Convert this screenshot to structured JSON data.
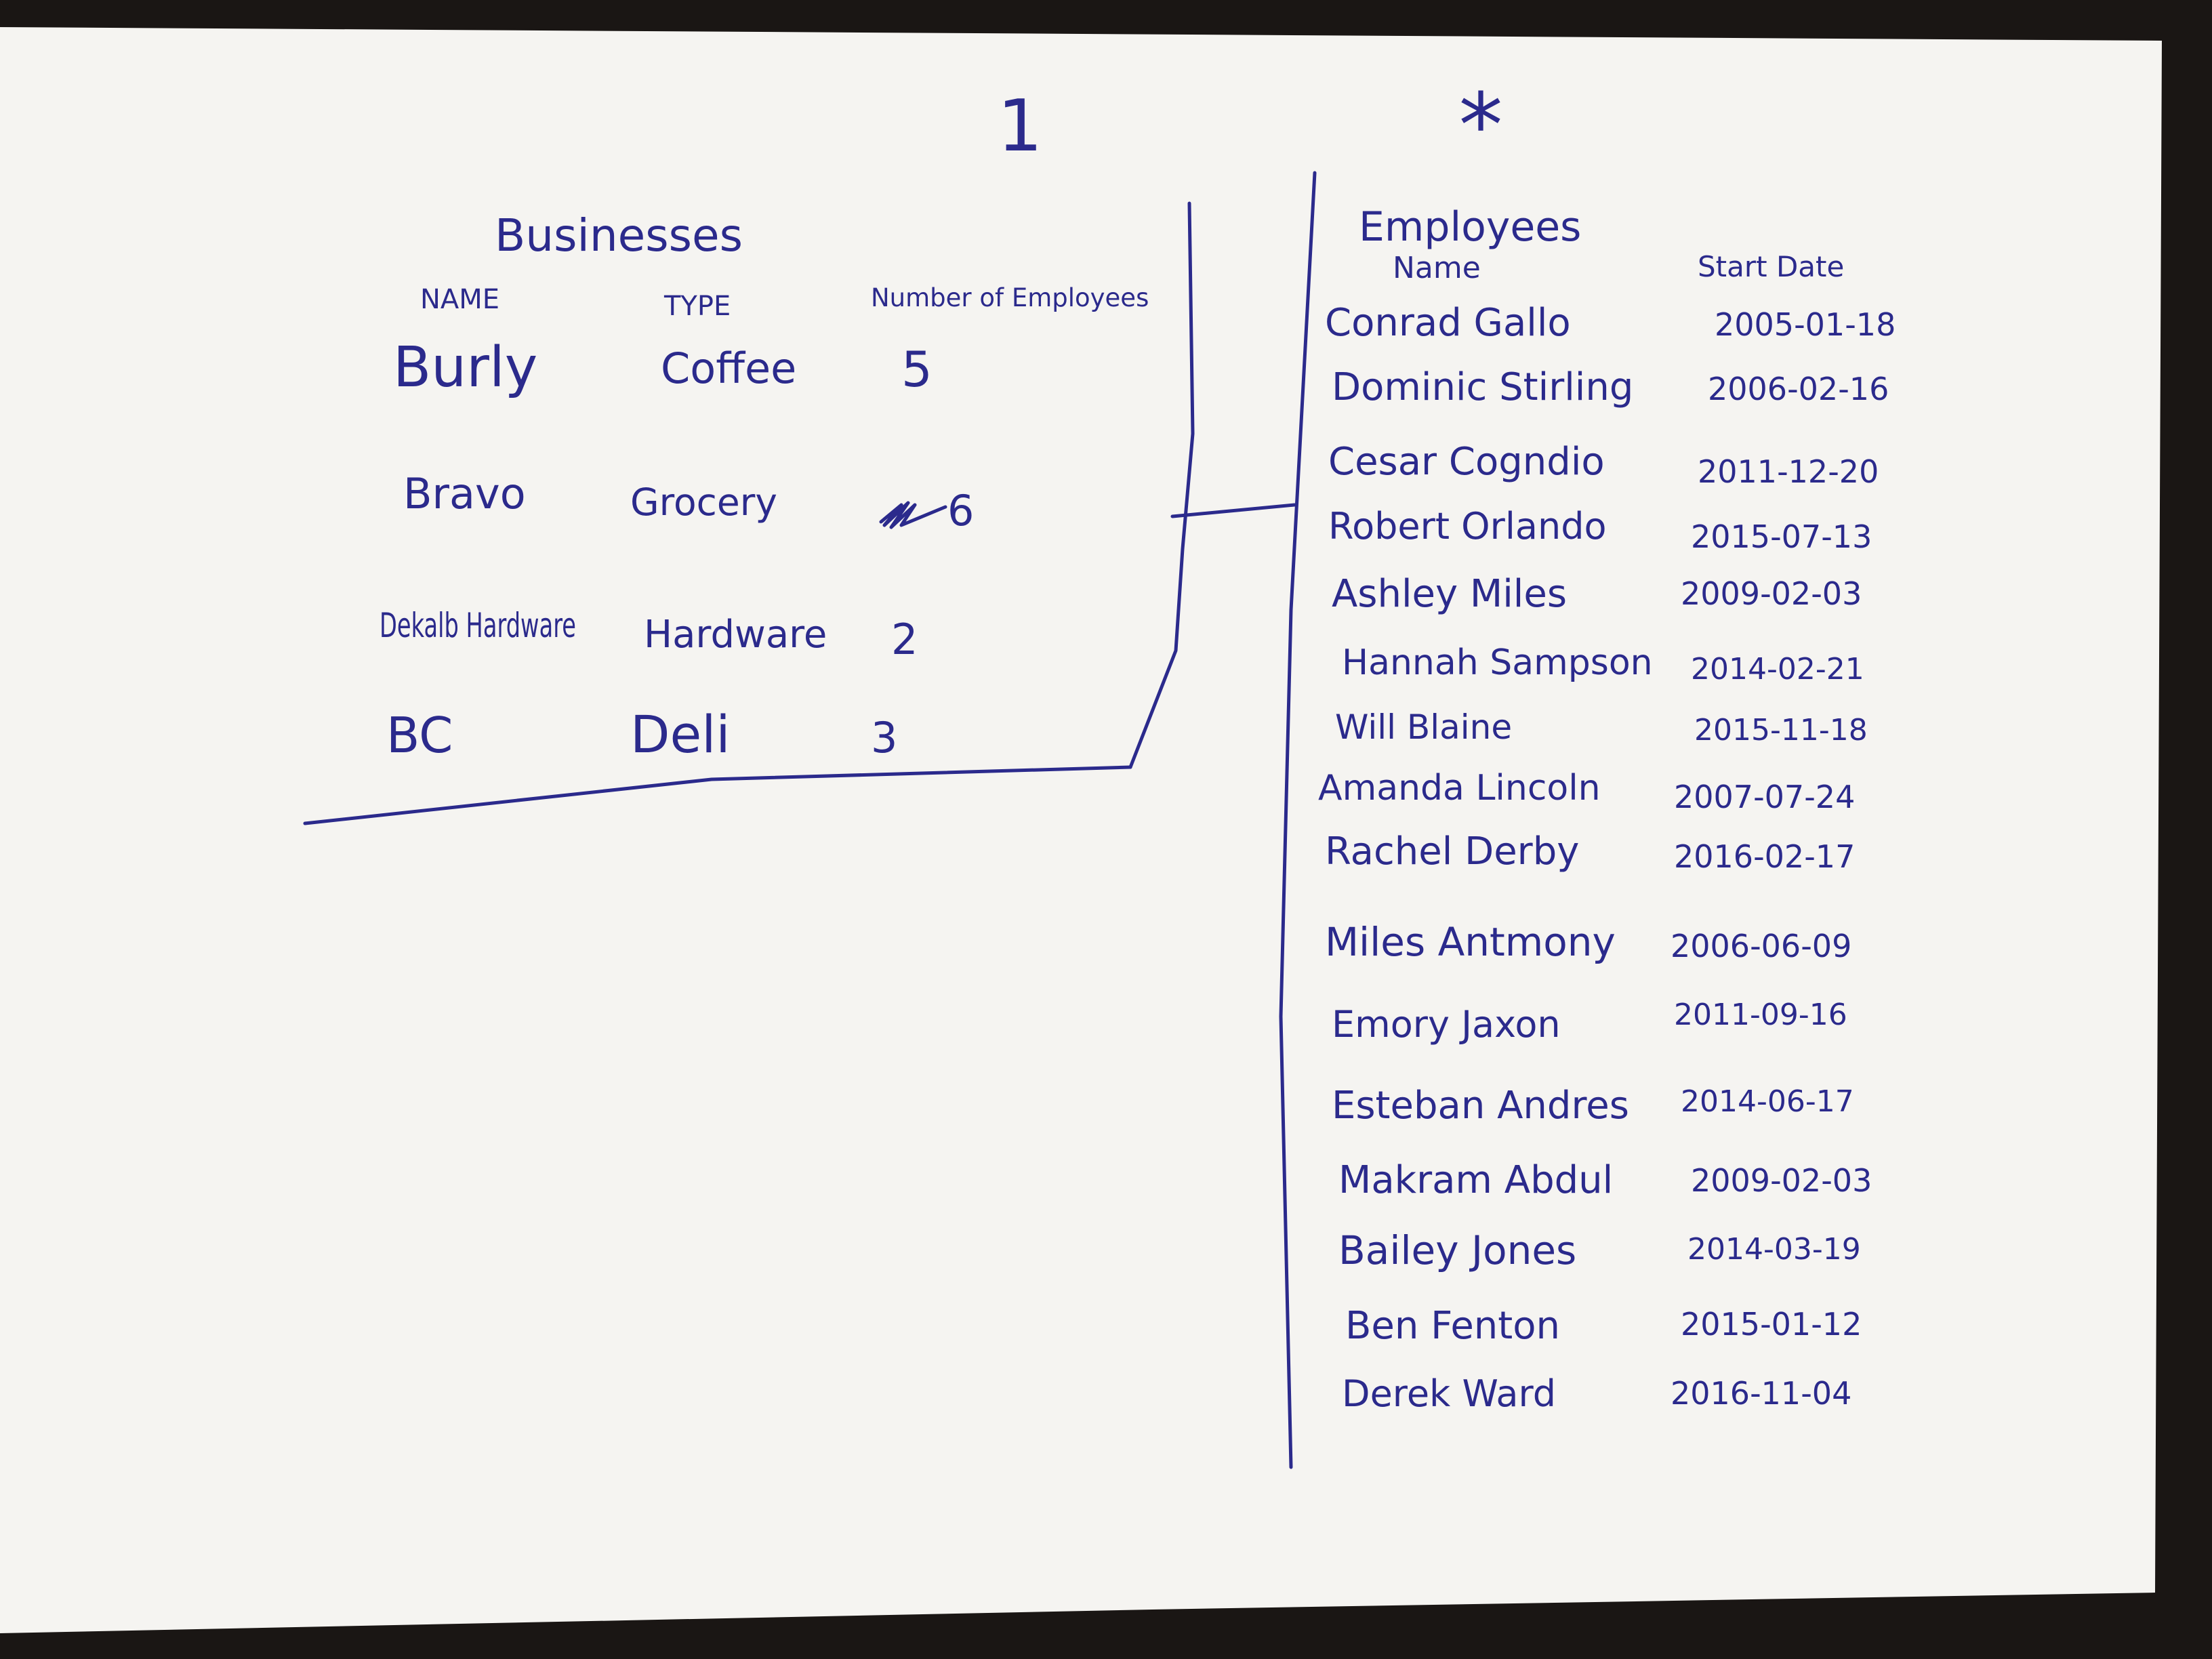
{
  "colors": {
    "ink": "#2b2a8c",
    "paper": "#f5f4f1",
    "background": "#1a1614"
  },
  "relationship": {
    "one_label": "1",
    "many_label": "*"
  },
  "businesses": {
    "title": "Businesses",
    "columns": [
      "NAME",
      "TYPE",
      "Number of Employees"
    ],
    "rows": [
      [
        "Burly",
        "Coffee",
        "5"
      ],
      [
        "Bravo",
        "Grocery",
        "6"
      ],
      [
        "Dekalb Hardware",
        "Hardware",
        "2"
      ],
      [
        "BC",
        "Deli",
        "3"
      ]
    ]
  },
  "employees": {
    "title": "Employees",
    "columns": [
      "Name",
      "Start Date"
    ],
    "rows": [
      [
        "Conrad Gallo",
        "2005-01-18"
      ],
      [
        "Dominic Stirling",
        "2006-02-16"
      ],
      [
        "Cesar Cogndio",
        "2011-12-20"
      ],
      [
        "Robert Orlando",
        "2015-07-13"
      ],
      [
        "Ashley Miles",
        "2009-02-03"
      ],
      [
        "Hannah Sampson",
        "2014-02-21"
      ],
      [
        "Will Blaine",
        "2015-11-18"
      ],
      [
        "Amanda Lincoln",
        "2007-07-24"
      ],
      [
        "Rachel Derby",
        "2016-02-17"
      ],
      [
        "Miles Antmony",
        "2006-06-09"
      ],
      [
        "Emory Jaxon",
        "2011-09-16"
      ],
      [
        "Esteban Andres",
        "2014-06-17"
      ],
      [
        "Makram Abdul",
        "2009-02-03"
      ],
      [
        "Bailey Jones",
        "2014-03-19"
      ],
      [
        "Ben Fenton",
        "2015-01-12"
      ],
      [
        "Derek Ward",
        "2016-11-04"
      ]
    ]
  }
}
